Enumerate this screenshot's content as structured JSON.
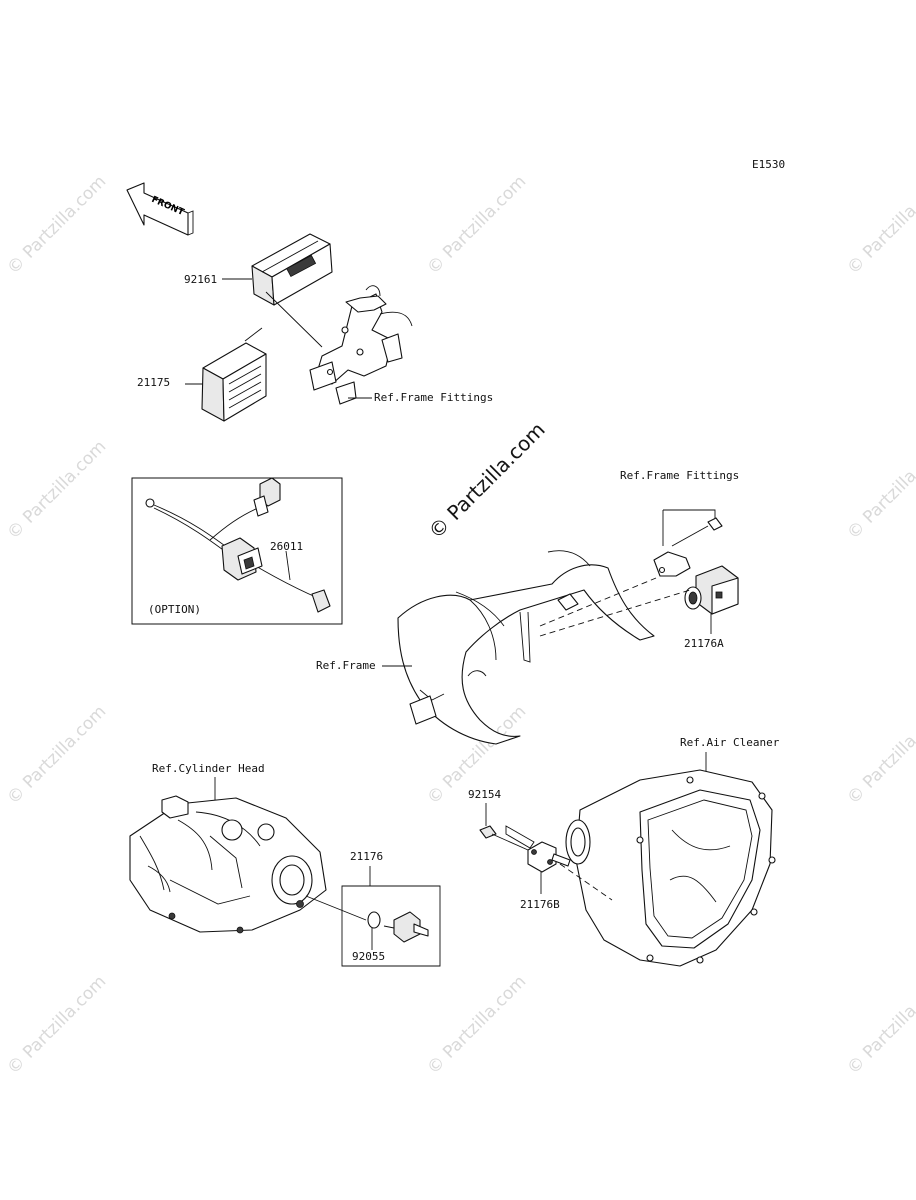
{
  "diagram_code": "E1530",
  "front_label": "FRONT",
  "watermark": "© Partzilla.com",
  "center_watermark": "© Partzilla.com",
  "labels": {
    "p92161": "92161",
    "p21175": "21175",
    "ref_frame_fittings_1": "Ref.Frame Fittings",
    "p26011": "26011",
    "option": "(OPTION)",
    "ref_frame_fittings_2": "Ref.Frame Fittings",
    "p21176A": "21176A",
    "ref_frame": "Ref.Frame",
    "ref_air_cleaner": "Ref.Air Cleaner",
    "ref_cylinder_head": "Ref.Cylinder Head",
    "p92154": "92154",
    "p21176": "21176",
    "p21176B": "21176B",
    "p92055": "92055"
  }
}
